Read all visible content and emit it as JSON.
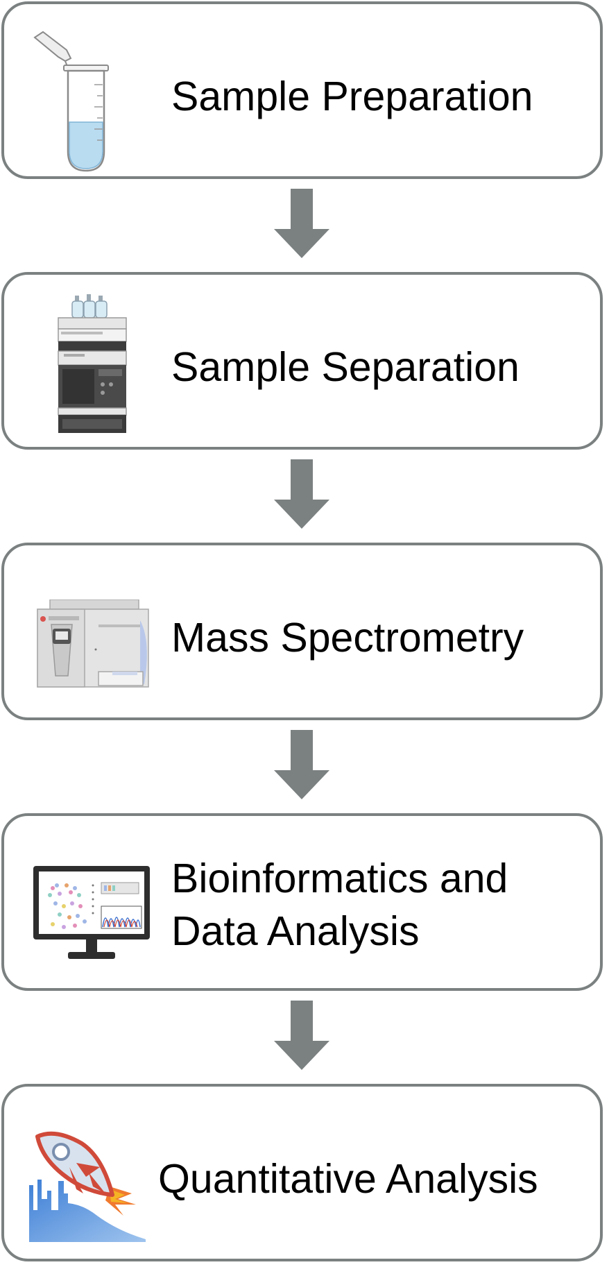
{
  "colors": {
    "border": "#7b8080",
    "arrow": "#7b8080",
    "text": "#000000"
  },
  "steps": [
    {
      "lines": [
        "Sample Preparation"
      ],
      "icon": "test-tube-icon"
    },
    {
      "lines": [
        "Sample Separation"
      ],
      "icon": "lc-instrument-icon"
    },
    {
      "lines": [
        "Mass Spectrometry"
      ],
      "icon": "mass-spectrometer-icon"
    },
    {
      "lines": [
        "Bioinformatics and",
        "Data Analysis"
      ],
      "icon": "computer-monitor-icon"
    },
    {
      "lines": [
        "Quantitative Analysis"
      ],
      "icon": "rocket-chart-icon"
    }
  ]
}
